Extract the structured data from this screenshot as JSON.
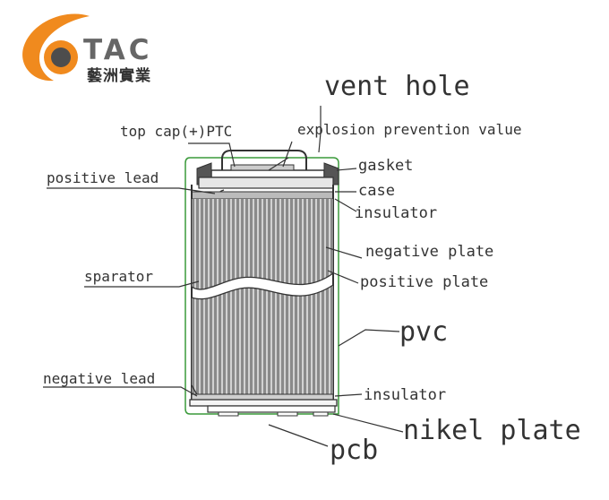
{
  "logo": {
    "brand": "TAC",
    "chinese": "藝洲實業",
    "colors": {
      "orange": "#f08a1e",
      "gray": "#666666"
    }
  },
  "labels": {
    "vent_hole": "vent hole",
    "top_cap": "top cap(+)PTC",
    "explosion": "explosion prevention value",
    "positive_lead": "positive lead",
    "gasket": "gasket",
    "case": "case",
    "insulator_top": "insulator",
    "negative_plate": "negative plate",
    "separator": "sparator",
    "positive_plate": "positive plate",
    "pvc": "pvc",
    "negative_lead": "negative lead",
    "insulator_bottom": "insulator",
    "nikel_plate": "nikel plate",
    "pcb": "pcb"
  },
  "colors": {
    "outline": "#333333",
    "wrap": "#3a9a3a"
  }
}
